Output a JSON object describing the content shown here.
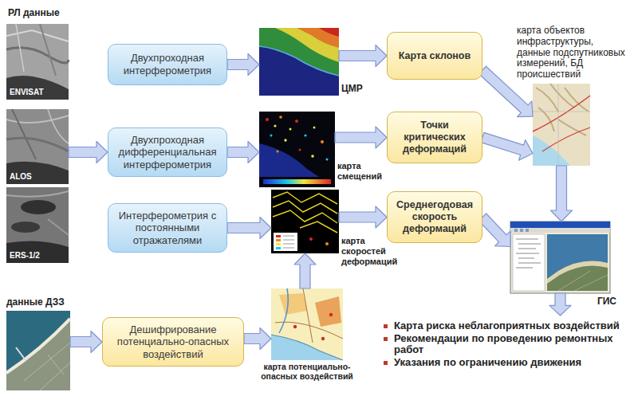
{
  "diagram": {
    "nodes": [
      {
        "text": [
          "ENVISAT"
        ]
      },
      {
        "text": [
          "ALOS"
        ]
      },
      {
        "text": [
          "ERS-1/2"
        ]
      },
      {
        "text": [
          "данные ДЗЗ"
        ]
      },
      {
        "text": [
          "Двухпроходная интерферометрия"
        ]
      },
      {
        "text": [
          "Двухпроходная дифференциальная интерферометрия"
        ]
      },
      {
        "text": [
          "Интерферометрия с постоянными отражателями"
        ]
      },
      {
        "text": [
          "Дешифрирование потенциально-опасных воздействий"
        ]
      },
      {
        "text": [
          "ЦМР"
        ]
      },
      {
        "text": [
          "карта смещений"
        ]
      },
      {
        "text": [
          "карта скоростей деформаций"
        ]
      },
      {
        "text": [
          "карта потенциально-опасных воздействий"
        ]
      },
      {
        "text": [
          "Карта склонов"
        ]
      },
      {
        "text": [
          "Точки критических деформаций"
        ]
      },
      {
        "text": [
          "Среднегодовая скорость деформаций"
        ]
      },
      {
        "text": [
          "карта объектов инфраструктуры, данные подспутниковых измерений, БД происшествий"
        ]
      },
      {
        "text": [
          "ГИС"
        ]
      },
      {
        "text": [
          "Карта риска неблагоприятных воздействий",
          "Рекомендации по проведению ремонтных работ",
          "Указания по ограничению движения"
        ]
      }
    ],
    "edges": [
      {
        "from": 1,
        "to": 5,
        "arrow": "to"
      },
      {
        "from": 3,
        "to": 7,
        "arrow": "to"
      },
      {
        "from": 4,
        "to": 8,
        "arrow": "to"
      },
      {
        "from": 5,
        "to": 9,
        "arrow": "to"
      },
      {
        "from": 6,
        "to": 10,
        "arrow": "to"
      },
      {
        "from": 7,
        "to": 11,
        "arrow": "to"
      },
      {
        "from": 11,
        "to": 10,
        "arrow": "to"
      },
      {
        "from": 8,
        "to": 12,
        "arrow": "to"
      },
      {
        "from": 9,
        "to": 13,
        "arrow": "to"
      },
      {
        "from": 10,
        "to": 14,
        "arrow": "to"
      },
      {
        "from": 12,
        "to": 15,
        "arrow": "to"
      },
      {
        "from": 13,
        "to": 15,
        "arrow": "to"
      },
      {
        "from": 14,
        "to": 16,
        "arrow": "to"
      },
      {
        "from": 15,
        "to": 16,
        "arrow": "to"
      },
      {
        "from": 16,
        "to": 17,
        "arrow": "to"
      }
    ],
    "labels": [
      "РЛ данные"
    ]
  }
}
